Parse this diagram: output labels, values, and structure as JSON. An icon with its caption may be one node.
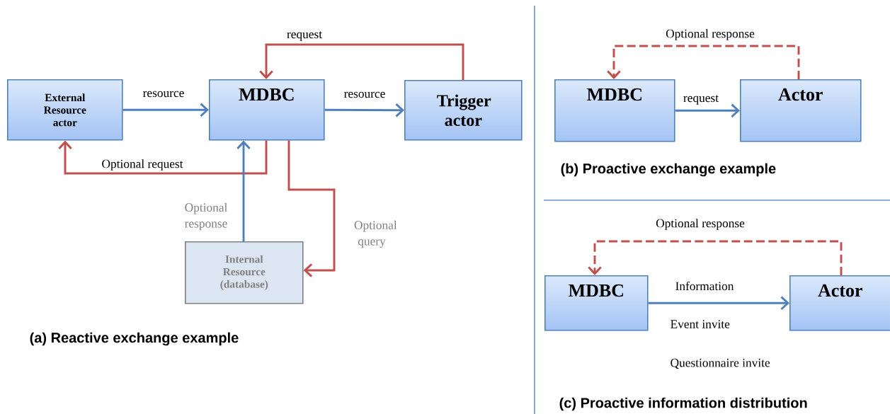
{
  "diagram": {
    "nodes": [
      {
        "text": [
          "External Resource actor"
        ]
      },
      {
        "text": [
          "MDBC"
        ]
      },
      {
        "text": [
          "Trigger actor"
        ]
      },
      {
        "text": [
          "Internal Resource (database)"
        ]
      },
      {
        "text": [
          "MDBC"
        ]
      },
      {
        "text": [
          "Actor"
        ]
      },
      {
        "text": [
          "MDBC"
        ]
      },
      {
        "text": [
          "Actor"
        ]
      }
    ],
    "edges": [
      {
        "from": 0,
        "to": 1,
        "arrow": "to",
        "label": "resource"
      },
      {
        "from": 1,
        "to": 2,
        "arrow": "to",
        "label": "resource"
      },
      {
        "from": 2,
        "to": 1,
        "arrow": "to",
        "label": "request",
        "color": "#c0504d"
      },
      {
        "from": 1,
        "to": 0,
        "arrow": "to",
        "label": "Optional request",
        "color": "#c0504d"
      },
      {
        "from": 3,
        "to": 1,
        "arrow": "to",
        "label": "Optional response"
      },
      {
        "from": 1,
        "to": 3,
        "arrow": "to",
        "label": "Optional query",
        "color": "#c0504d"
      },
      {
        "from": 5,
        "to": 4,
        "arrow": "to",
        "label": "Optional response",
        "style": "dashed",
        "color": "#c0504d"
      },
      {
        "from": 4,
        "to": 5,
        "arrow": "to",
        "label": "request"
      },
      {
        "from": 7,
        "to": 6,
        "arrow": "to",
        "label": "Optional response",
        "style": "dashed",
        "color": "#c0504d"
      },
      {
        "from": 6,
        "to": 7,
        "arrow": "to",
        "label": "Information"
      }
    ],
    "labels": [
      "(a) Reactive exchange example",
      "(b) Proactive exchange example",
      "Event invite",
      "Questionnaire invite",
      "(c) Proactive information distribution"
    ]
  }
}
